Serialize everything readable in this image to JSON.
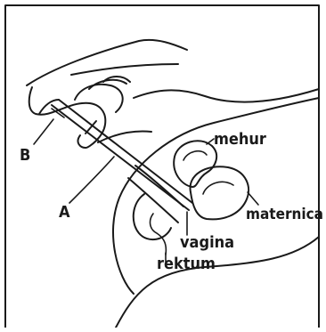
{
  "labels": {
    "a": "A",
    "b": "B",
    "mehur": "mehur",
    "maternica": "maternica",
    "vagina": "vagina",
    "rektum": "rektum"
  },
  "colors": {
    "ink": "#1a1a1a",
    "background": "#ffffff"
  }
}
